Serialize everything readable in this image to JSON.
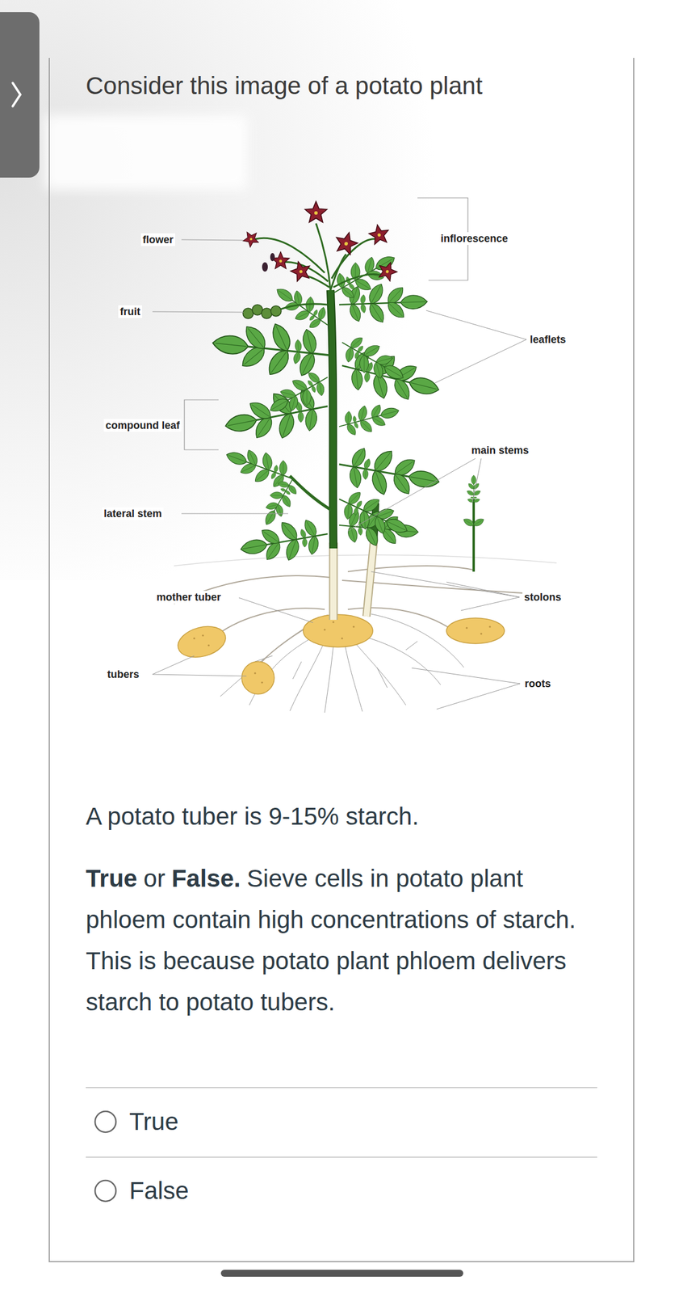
{
  "diagram": {
    "title": "Consider this image of a potato plant",
    "labels": [
      "flower",
      "inflorescence",
      "fruit",
      "leaflets",
      "compound leaf",
      "main stems",
      "lateral stem",
      "mother tuber",
      "stolons",
      "tubers",
      "roots",
      "A potato tuber is 9-15% starch.",
      "True",
      "or",
      "False.",
      "Sieve cells in potato plant phloem contain high concentrations of starch. This is because potato plant phloem delivers starch to potato tubers.",
      "True",
      "False"
    ]
  }
}
